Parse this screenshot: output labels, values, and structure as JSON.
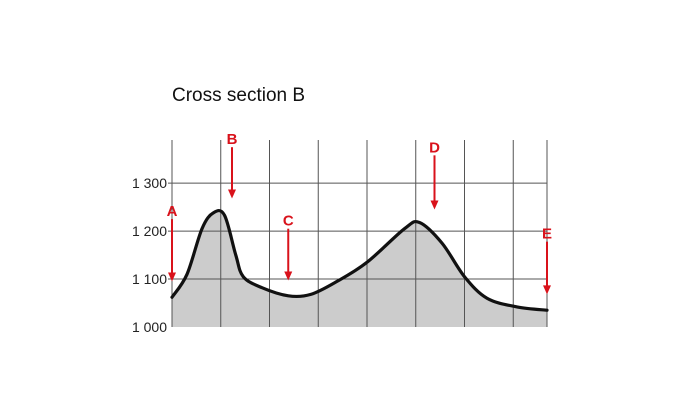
{
  "title": "Cross section B",
  "chart_data": {
    "type": "area",
    "y_ticks": [
      {
        "value": 1000,
        "label": "1 000"
      },
      {
        "value": 1100,
        "label": "1 100"
      },
      {
        "value": 1200,
        "label": "1 200"
      },
      {
        "value": 1300,
        "label": "1 300"
      }
    ],
    "ylim": [
      1000,
      1390
    ],
    "xlim": [
      0,
      100
    ],
    "x_gridlines": [
      0,
      13,
      26,
      39,
      52,
      65,
      78,
      91,
      100
    ],
    "profile": [
      {
        "x": 0,
        "y": 1062
      },
      {
        "x": 4,
        "y": 1110
      },
      {
        "x": 8,
        "y": 1205
      },
      {
        "x": 11,
        "y": 1238
      },
      {
        "x": 14,
        "y": 1233
      },
      {
        "x": 17,
        "y": 1150
      },
      {
        "x": 19,
        "y": 1105
      },
      {
        "x": 24,
        "y": 1082
      },
      {
        "x": 31,
        "y": 1065
      },
      {
        "x": 37,
        "y": 1068
      },
      {
        "x": 44,
        "y": 1095
      },
      {
        "x": 52,
        "y": 1135
      },
      {
        "x": 62,
        "y": 1205
      },
      {
        "x": 66,
        "y": 1218
      },
      {
        "x": 72,
        "y": 1175
      },
      {
        "x": 78,
        "y": 1105
      },
      {
        "x": 84,
        "y": 1060
      },
      {
        "x": 92,
        "y": 1042
      },
      {
        "x": 100,
        "y": 1035
      }
    ],
    "markers": [
      {
        "label": "A",
        "x": 0,
        "y_top": 1225,
        "y_tip": 1095
      },
      {
        "label": "B",
        "x": 16,
        "y_top": 1375,
        "y_tip": 1268
      },
      {
        "label": "C",
        "x": 31,
        "y_top": 1205,
        "y_tip": 1097
      },
      {
        "label": "D",
        "x": 70,
        "y_top": 1358,
        "y_tip": 1245
      },
      {
        "label": "E",
        "x": 100,
        "y_top": 1178,
        "y_tip": 1068
      }
    ],
    "colors": {
      "fill": "#cccccc",
      "outline": "#111111",
      "grid": "#555555",
      "marker": "#d9121b"
    }
  }
}
